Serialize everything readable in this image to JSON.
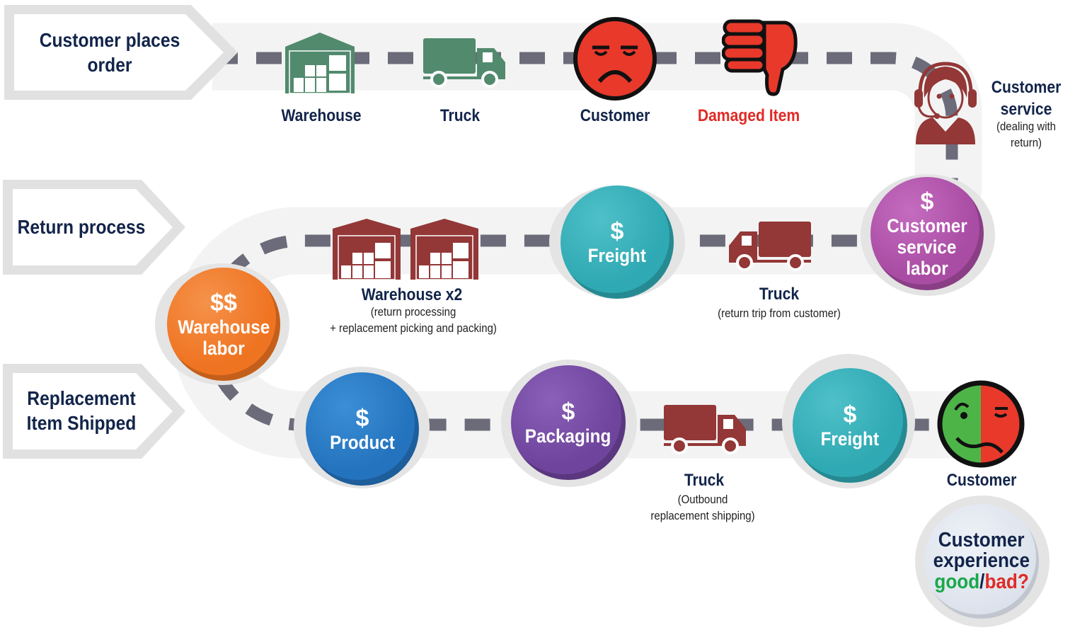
{
  "colors": {
    "navy_text": "#12244a",
    "damaged_red": "#e02b26",
    "green_icon": "#528a6e",
    "maroon_icon": "#933737",
    "teal": "#2fa9b3",
    "magenta": "#a94ca3",
    "orange": "#ef7422",
    "blue": "#2473be",
    "purple": "#6f449c",
    "dash": "#6b6b7a",
    "road": "#f3f3f3",
    "good": "#1aa84a",
    "bad": "#e02b26"
  },
  "stages": [
    {
      "label": "Customer places order"
    },
    {
      "label": "Return process"
    },
    {
      "label": "Replacement Item Shipped"
    }
  ],
  "row1": {
    "warehouse": {
      "label": "Warehouse",
      "icon": "warehouse-icon"
    },
    "truck": {
      "label": "Truck",
      "icon": "truck-icon"
    },
    "customer": {
      "label": "Customer",
      "icon": "angry-face-icon"
    },
    "damaged": {
      "label": "Damaged Item",
      "icon": "thumbs-down-icon"
    },
    "service": {
      "title_line1": "Customer",
      "title_line2": "service",
      "note_line1": "(dealing with",
      "note_line2": "return)",
      "icon": "headset-agent-icon"
    }
  },
  "row2": {
    "cs_labor": {
      "dollar": "$",
      "line1": "Customer",
      "line2": "service",
      "line3": "labor"
    },
    "truck": {
      "label": "Truck",
      "note": "(return trip from customer)",
      "icon": "truck-icon"
    },
    "freight": {
      "dollar": "$",
      "label": "Freight"
    },
    "warehouse2": {
      "label": "Warehouse x2",
      "note_line1": "(return processing",
      "note_line2": "+ replacement picking and packing)",
      "icon": "warehouse-icon"
    },
    "wh_labor": {
      "dollar": "$$",
      "line1": "Warehouse",
      "line2": "labor"
    }
  },
  "row3": {
    "product": {
      "dollar": "$",
      "label": "Product"
    },
    "packaging": {
      "dollar": "$",
      "label": "Packaging"
    },
    "truck": {
      "label": "Truck",
      "note_line1": "(Outbound",
      "note_line2": "replacement shipping)",
      "icon": "truck-icon"
    },
    "freight": {
      "dollar": "$",
      "label": "Freight"
    },
    "customer": {
      "label": "Customer",
      "icon": "mixed-face-icon"
    }
  },
  "experience": {
    "line1": "Customer",
    "line2": "experience",
    "good": "good",
    "slash": "/",
    "bad": "bad?"
  }
}
